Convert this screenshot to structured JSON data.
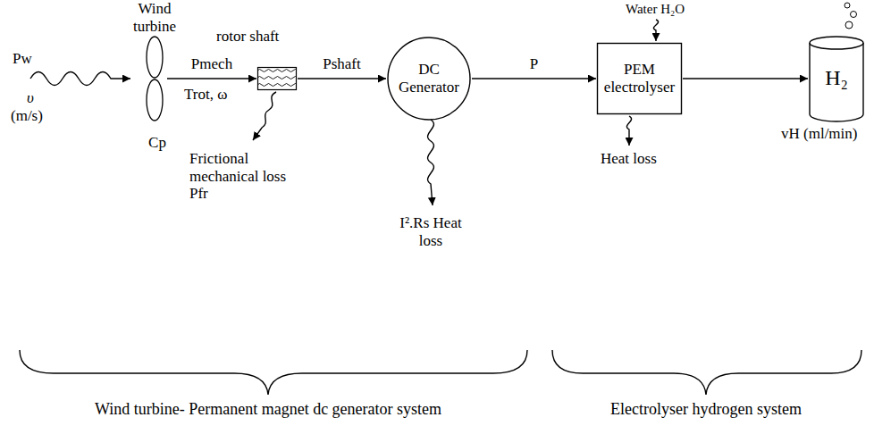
{
  "diagram": {
    "nodes": [
      {
        "text": [
          "Wind turbine",
          "Cp"
        ]
      },
      {
        "text": [
          "rotor shaft"
        ]
      },
      {
        "text": [
          "DC Generator"
        ]
      },
      {
        "text": [
          "PEM electrolyser"
        ]
      },
      {
        "text": [
          "H₂"
        ]
      }
    ],
    "edges": [
      {
        "from": 0,
        "to": 1,
        "label": "Pmech",
        "arrow": "to"
      },
      {
        "from": 1,
        "to": 2,
        "label": "Pshaft",
        "arrow": "to"
      },
      {
        "from": 2,
        "to": 3,
        "label": "P",
        "arrow": "to"
      },
      {
        "from": 3,
        "to": 4,
        "arrow": "to"
      }
    ],
    "labels": [
      "Pw",
      "υ",
      "(m/s)",
      "Trot, ω",
      "Frictional mechanical loss Pfr",
      "I².Rs Heat loss",
      "Water H₂O",
      "Heat loss",
      "vH (ml/min)",
      "Wind turbine- Permanent magnet dc generator system",
      "Electrolyser hydrogen system"
    ]
  }
}
